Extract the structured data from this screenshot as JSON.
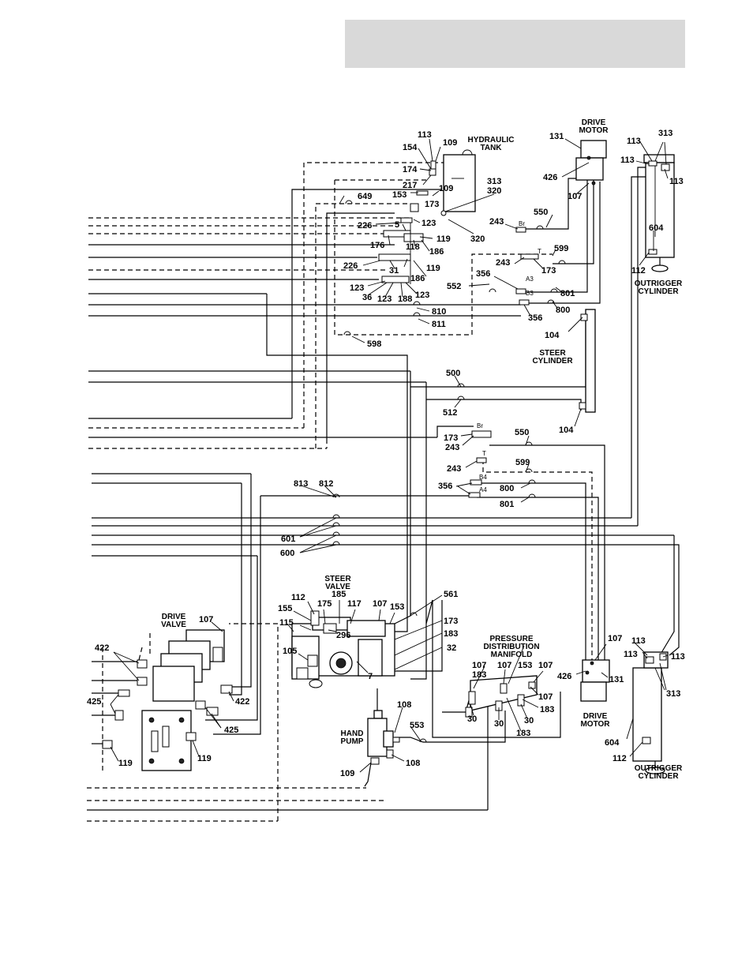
{
  "components": {
    "hydraulic_tank": "HYDRAULIC\nTANK",
    "drive_motor_top": "DRIVE\nMOTOR",
    "outrigger_cylinder_top": "OUTRIGGER\nCYLINDER",
    "steer_cylinder": "STEER\nCYLINDER",
    "steer_valve": "STEER\nVALVE",
    "drive_valve": "DRIVE\nVALVE",
    "pressure_distribution_manifold": "PRESSURE\nDISTRIBUTION\nMANIFOLD",
    "drive_motor_bottom": "DRIVE\nMOTOR",
    "outrigger_cylinder_bottom": "OUTRIGGER\nCYLINDER",
    "hand_pump": "HAND\nPUMP"
  },
  "callouts": [
    "113",
    "109",
    "154",
    "174",
    "217",
    "153",
    "173",
    "109",
    "313",
    "320",
    "649",
    "226",
    "5",
    "123",
    "176",
    "119",
    "118",
    "186",
    "320",
    "226",
    "31",
    "119",
    "186",
    "123",
    "36",
    "123",
    "188",
    "123",
    "810",
    "811",
    "598",
    "131",
    "426",
    "107",
    "243",
    "550",
    "599",
    "243",
    "173",
    "552",
    "356",
    "801",
    "800",
    "356",
    "113",
    "313",
    "113",
    "113",
    "604",
    "112",
    "104",
    "104",
    "500",
    "512",
    "173",
    "243",
    "550",
    "243",
    "599",
    "356",
    "800",
    "801",
    "813",
    "812",
    "601",
    "600",
    "112",
    "155",
    "175",
    "185",
    "117",
    "107",
    "153",
    "115",
    "296",
    "105",
    "7",
    "561",
    "173",
    "183",
    "32",
    "107",
    "422",
    "425",
    "422",
    "425",
    "119",
    "119",
    "107",
    "183",
    "107",
    "153",
    "107",
    "107",
    "183",
    "30",
    "30",
    "30",
    "183",
    "107",
    "426",
    "131",
    "113",
    "113",
    "113",
    "313",
    "604",
    "112",
    "108",
    "553",
    "108",
    "109"
  ],
  "port_marks": [
    "Br",
    "T",
    "A3",
    "B3",
    "Br",
    "T",
    "B4",
    "A4"
  ]
}
